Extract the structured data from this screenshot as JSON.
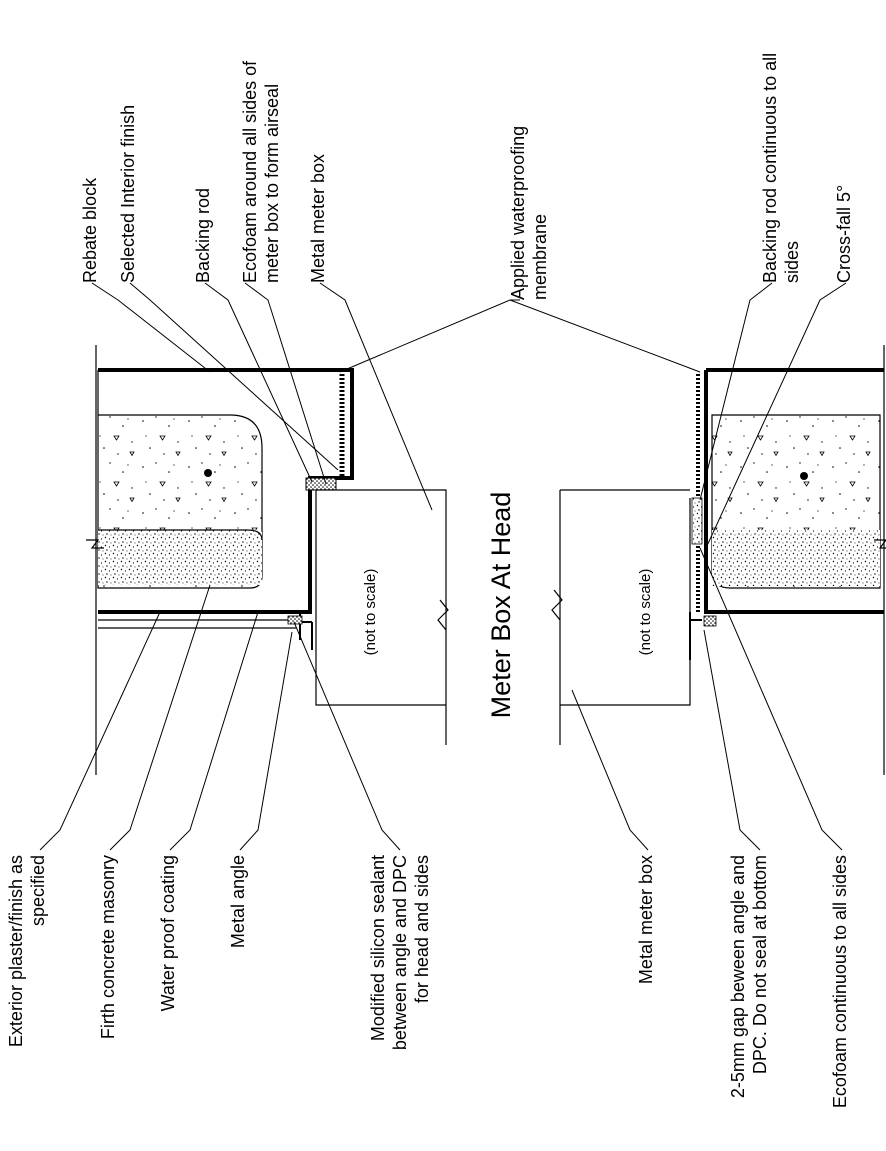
{
  "title": "Meter Box At Head",
  "labels": {
    "rebate_block": "Rebate block",
    "selected_interior_finish": "Selected Interior finish",
    "backing_rod": "Backing rod",
    "ecofoam_airseal_line1": "Ecofoam around all sides of",
    "ecofoam_airseal_line2": "meter box to form airseal",
    "metal_meter_box_top": "Metal meter box",
    "applied_membrane_line1": "Applied waterproofing",
    "applied_membrane_line2": "membrane",
    "backing_rod_continuous_line1": "Backing rod continuous to all",
    "backing_rod_continuous_line2": "sides",
    "cross_fall": "Cross-fall 5°",
    "exterior_plaster_line1": "Exterior plaster/finish as",
    "exterior_plaster_line2": "specified",
    "firth_masonry": "Firth concrete masonry",
    "water_proof_coating": "Water proof coating",
    "metal_angle": "Metal angle",
    "silicon_sealant_line1": "Modified silicon sealant",
    "silicon_sealant_line2": "between angle and DPC",
    "silicon_sealant_line3": "for head and sides",
    "metal_meter_box_bottom": "Metal meter box",
    "gap_line1": "2-5mm gap beween angle and",
    "gap_line2": "DPC. Do not seal at bottom",
    "ecofoam_continuous": "Ecofoam continuous to all sides",
    "not_to_scale_left": "(not to scale)",
    "not_to_scale_right": "(not to scale)"
  }
}
